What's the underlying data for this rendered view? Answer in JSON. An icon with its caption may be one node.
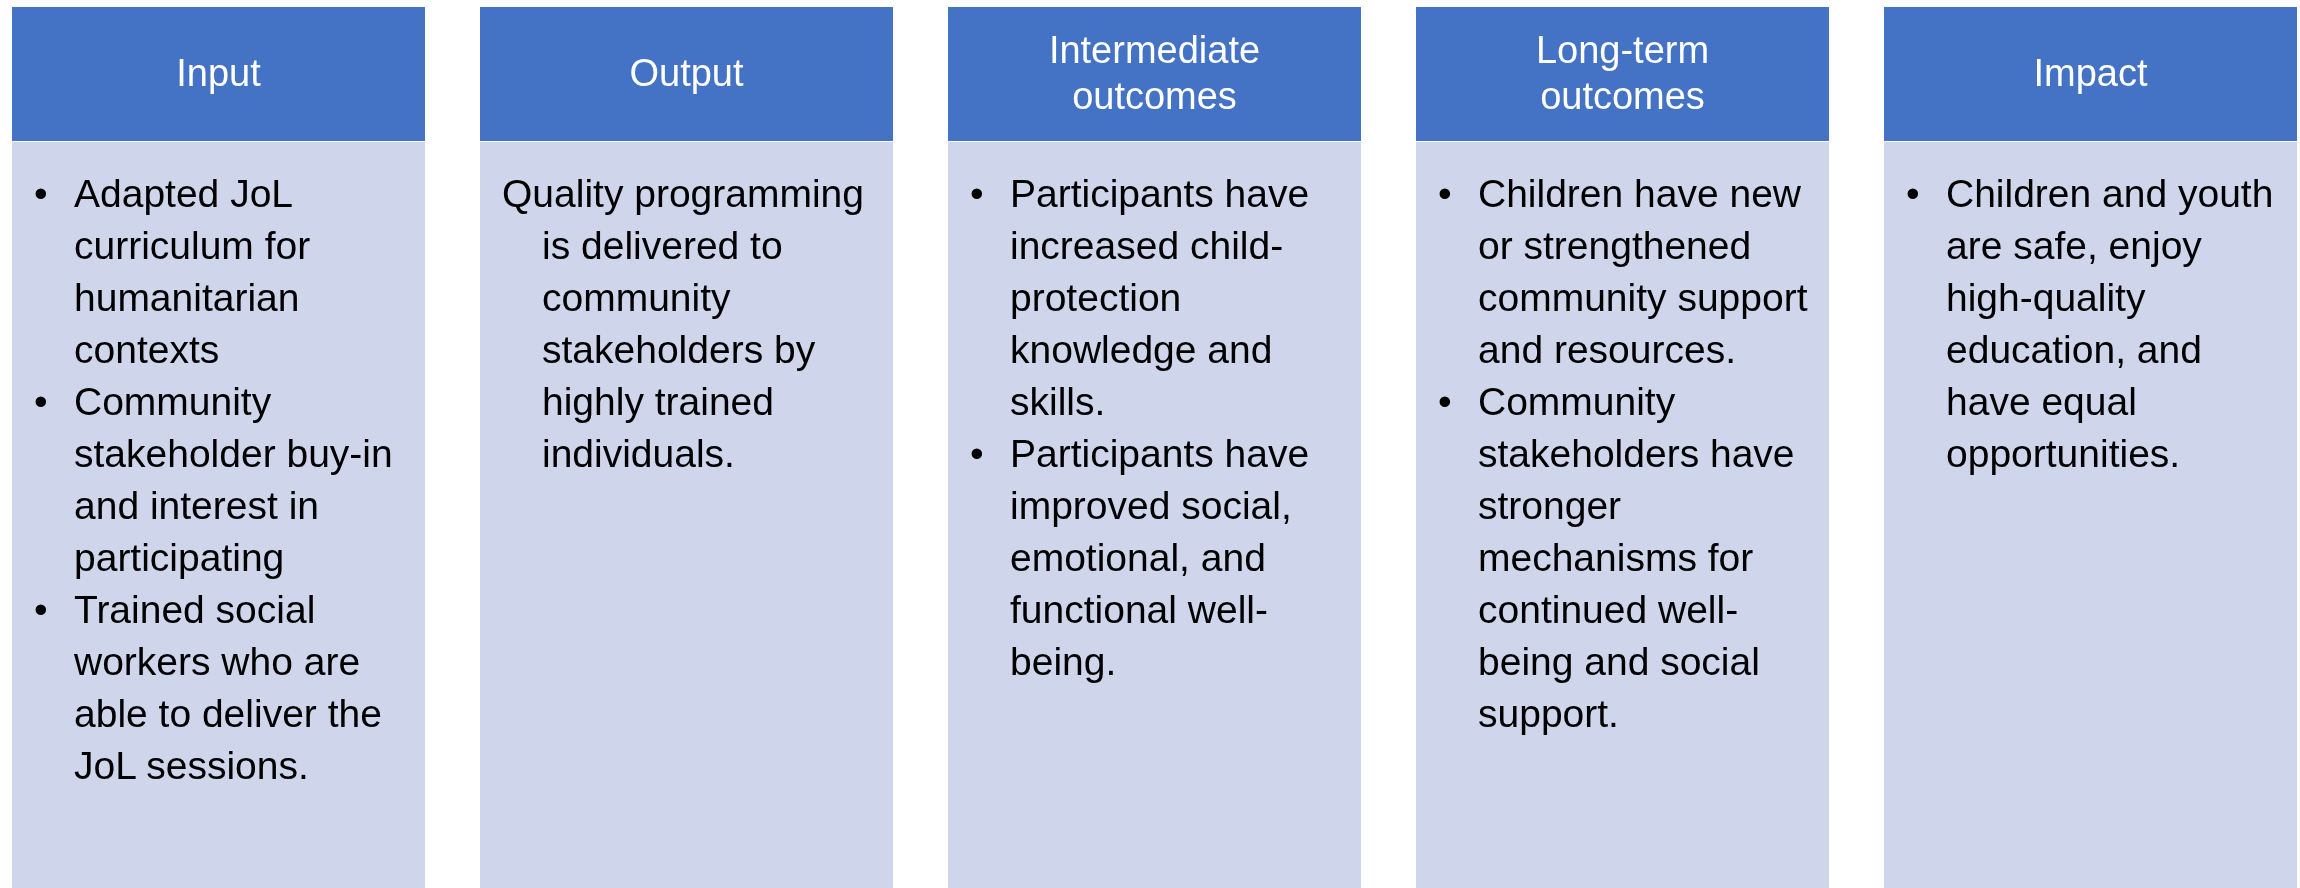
{
  "diagram": {
    "nodes": [
      {
        "text": [
          "Input"
        ]
      },
      {
        "text": [
          "• Adapted JoL curriculum for humanitarian contexts",
          "• Community stakeholder buy-in and interest in participating",
          "• Trained social workers who are able to deliver the JoL sessions."
        ]
      },
      {
        "text": [
          "Output"
        ]
      },
      {
        "text": [
          "Quality programming is delivered to community stakeholders by highly trained individuals."
        ]
      },
      {
        "text": [
          "Intermediate outcomes"
        ]
      },
      {
        "text": [
          "• Participants have increased child-protection knowledge and skills.",
          "• Participants have improved social, emotional, and functional well-being."
        ]
      },
      {
        "text": [
          "Long-term outcomes"
        ]
      },
      {
        "text": [
          "• Children have new or strengthened community support and resources.",
          "• Community stakeholders have stronger mechanisms for continued well-being and social support."
        ]
      },
      {
        "text": [
          "Impact"
        ]
      },
      {
        "text": [
          "• Children and youth are safe, enjoy high-quality education, and have equal opportunities."
        ]
      }
    ]
  }
}
